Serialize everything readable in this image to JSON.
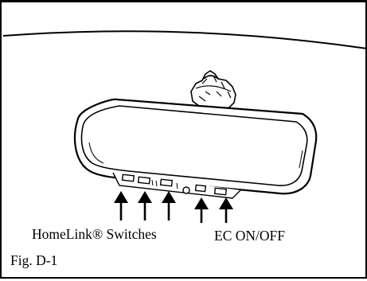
{
  "labels": {
    "homelink": "HomeLink® Switches",
    "ec": "EC ON/OFF",
    "figure": "Fig. D-1"
  },
  "colors": {
    "line": "#000000",
    "background": "#ffffff"
  }
}
